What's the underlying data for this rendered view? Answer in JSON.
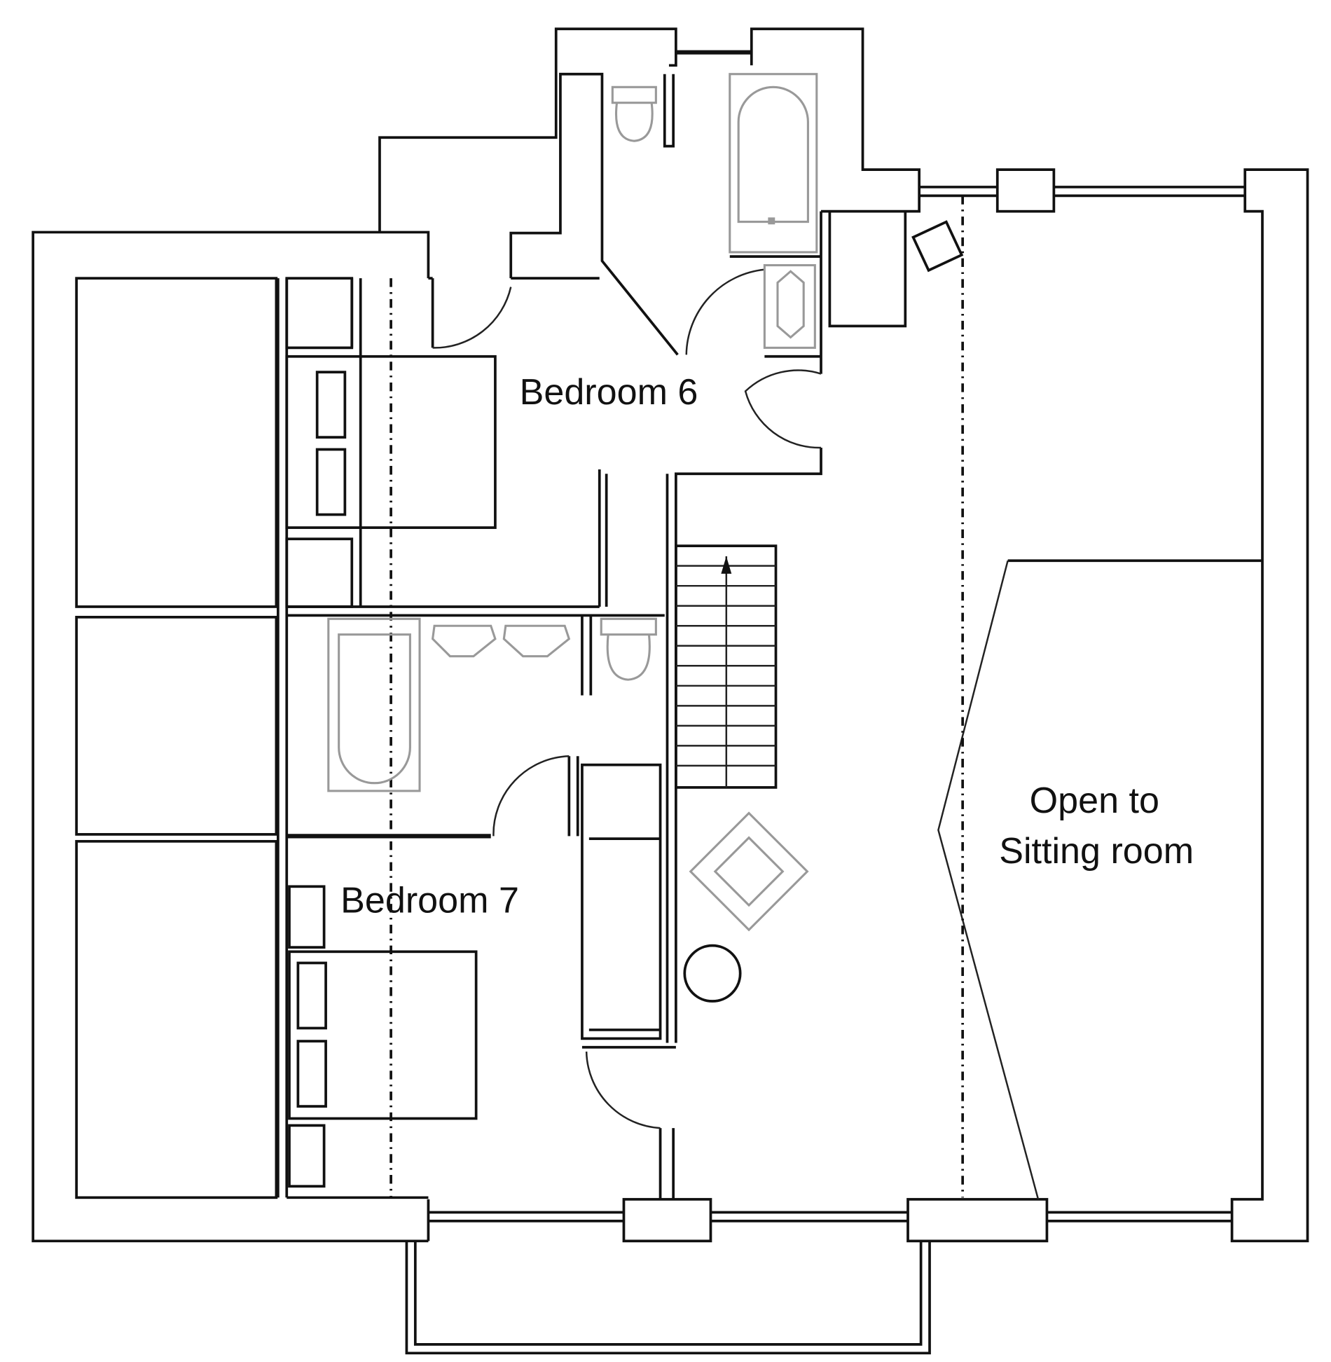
{
  "plan": {
    "rooms": {
      "bedroom6": "Bedroom 6",
      "bedroom7": "Bedroom 7",
      "open_to_line1": "Open to",
      "open_to_line2": "Sitting room"
    }
  }
}
